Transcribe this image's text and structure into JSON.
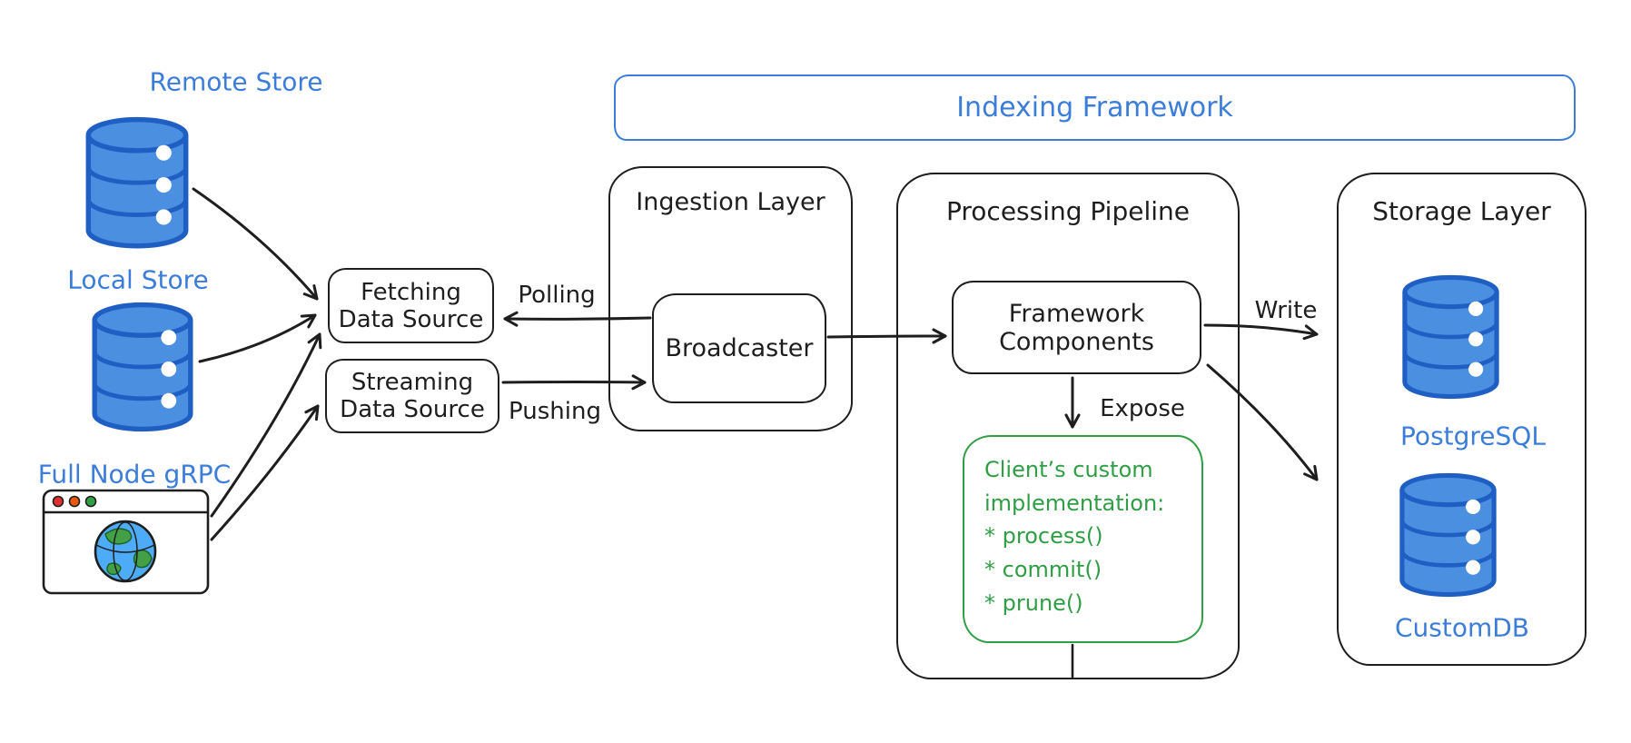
{
  "colors": {
    "blue_accent": "#3b7dd8",
    "database_fill": "#4a8fe0",
    "database_stroke": "#1f5fc4",
    "green_accent": "#2f9e44",
    "ink": "#1e1e1e"
  },
  "banner": {
    "title": "Indexing Framework"
  },
  "sources": {
    "remote_store_label": "Remote Store",
    "local_store_label": "Local Store",
    "full_node_label": "Full Node gRPC"
  },
  "ingestion": {
    "layer_label": "Ingestion Layer",
    "broadcaster_label": "Broadcaster",
    "fetching_label": "Fetching\nData Source",
    "streaming_label": "Streaming\nData Source"
  },
  "processing": {
    "layer_label": "Processing Pipeline",
    "framework_label": "Framework\nComponents",
    "client_impl": "Client’s custom\nimplementation:\n* process()\n* commit()\n* prune()"
  },
  "storage": {
    "layer_label": "Storage Layer",
    "postgres_label": "PostgreSQL",
    "customdb_label": "CustomDB"
  },
  "edges": {
    "polling": "Polling",
    "pushing": "Pushing",
    "write": "Write",
    "expose": "Expose"
  }
}
